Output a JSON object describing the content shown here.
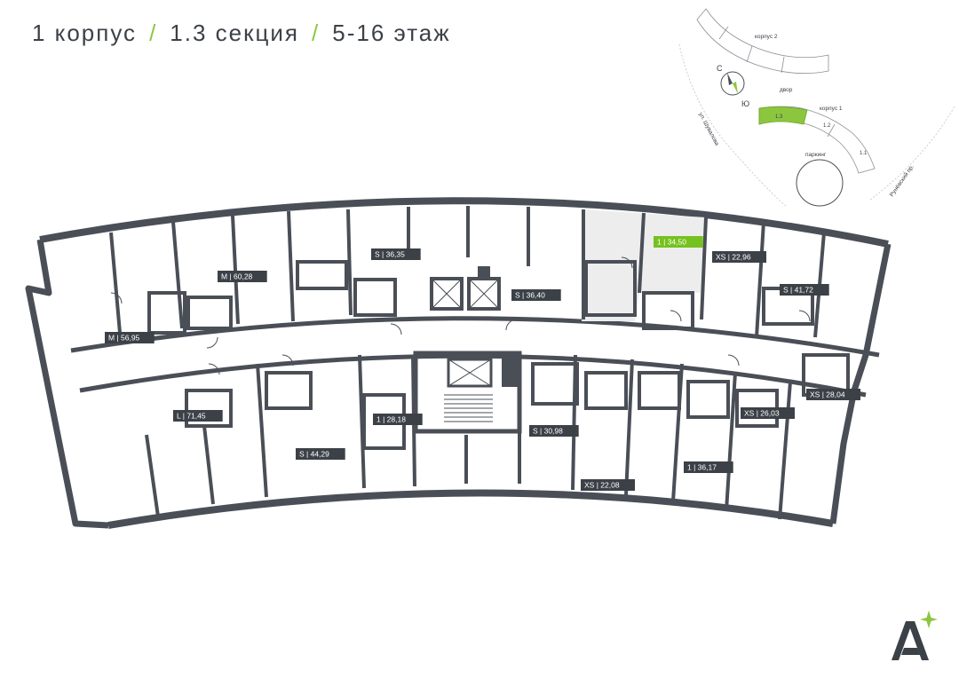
{
  "header": {
    "building": "1 корпус",
    "section": "1.3 секция",
    "floors": "5-16 этаж",
    "separator": "/"
  },
  "site_plan": {
    "building2_label": "корпус 2",
    "building1_label": "корпус 1",
    "yard_label": "двор",
    "parking_label": "паркинг",
    "street1": "ул. Шувалова",
    "street2": "Рунёвский пр.",
    "sections": [
      "1.3",
      "1.2",
      "1.1"
    ],
    "active_section": "1.3",
    "compass_north": "С",
    "compass_south": "Ю"
  },
  "apartments": [
    {
      "type": "M",
      "area": "56,95"
    },
    {
      "type": "M",
      "area": "60,28"
    },
    {
      "type": "S",
      "area": "36,35"
    },
    {
      "type": "S",
      "area": "36,40"
    },
    {
      "type": "1",
      "area": "34,50",
      "selected": true
    },
    {
      "type": "XS",
      "area": "22,96"
    },
    {
      "type": "S",
      "area": "41,72"
    },
    {
      "type": "L",
      "area": "71,45"
    },
    {
      "type": "1",
      "area": "28,18"
    },
    {
      "type": "S",
      "area": "44,29"
    },
    {
      "type": "S",
      "area": "30,98"
    },
    {
      "type": "XS",
      "area": "22,08"
    },
    {
      "type": "1",
      "area": "36,17"
    },
    {
      "type": "XS",
      "area": "26,03"
    },
    {
      "type": "XS",
      "area": "28,04"
    }
  ],
  "colors": {
    "accent": "#8cc63f",
    "selected": "#76c11f",
    "wall": "#4a4f57",
    "label_bg": "#3c4148",
    "text": "#3c4148"
  },
  "logo_icon": "sparkle-a-logo-icon"
}
